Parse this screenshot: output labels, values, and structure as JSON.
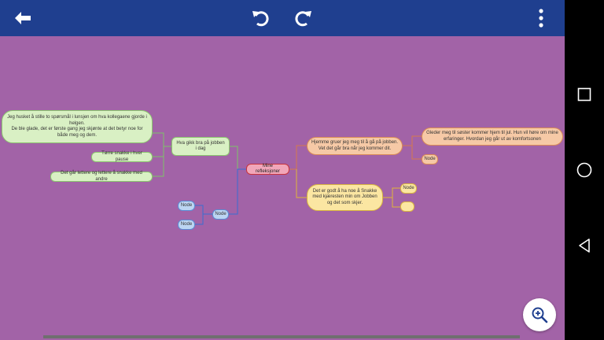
{
  "toolbar": {
    "back_icon": "arrow-left-icon",
    "undo_icon": "undo-icon",
    "redo_icon": "redo-icon",
    "menu_icon": "more-vertical-icon",
    "background": "#1f3f8f"
  },
  "mindmap": {
    "background": "#a263a7",
    "root": {
      "label": "Mine refleksjoner"
    },
    "left_branch": {
      "label": "Hva gikk bra på jobben i dag",
      "children": [
        {
          "label": "Jeg husket å stille to spørsmål i lunsjen om hva kollegaene gjorde i helgen.\nDe ble glade, det er første gang jeg skjønte at det betyr noe for både meg og dem."
        },
        {
          "label": "Tørre snakke i hver pause"
        },
        {
          "label": "Det går lettere og lettere å snakke med andre"
        }
      ]
    },
    "bottom_left_branch": {
      "label": "Node",
      "children": [
        {
          "label": "Node"
        },
        {
          "label": "Node"
        }
      ]
    },
    "upper_right_branch": {
      "label": "Hjemme gruer jeg meg til å gå på jobben. Vet det går bra når jeg kommer dit.",
      "children": [
        {
          "label": "Gleder meg til søster kommer hjem til jul. Hun vil høre om mine erfaringer. Hvordan jeg går ut av komfortsonen"
        },
        {
          "label": "Node"
        }
      ]
    },
    "lower_right_branch": {
      "label": "Det er godt å ha noe å Snakke med kjæresten min om Jobben og det som skjer.",
      "children": [
        {
          "label": "Node"
        },
        {
          "label": ""
        }
      ]
    }
  },
  "zoom_button": {
    "icon": "zoom-in-icon"
  },
  "navbar": {
    "square_icon": "recents-square-icon",
    "circle_icon": "home-circle-icon",
    "triangle_icon": "back-triangle-icon"
  }
}
